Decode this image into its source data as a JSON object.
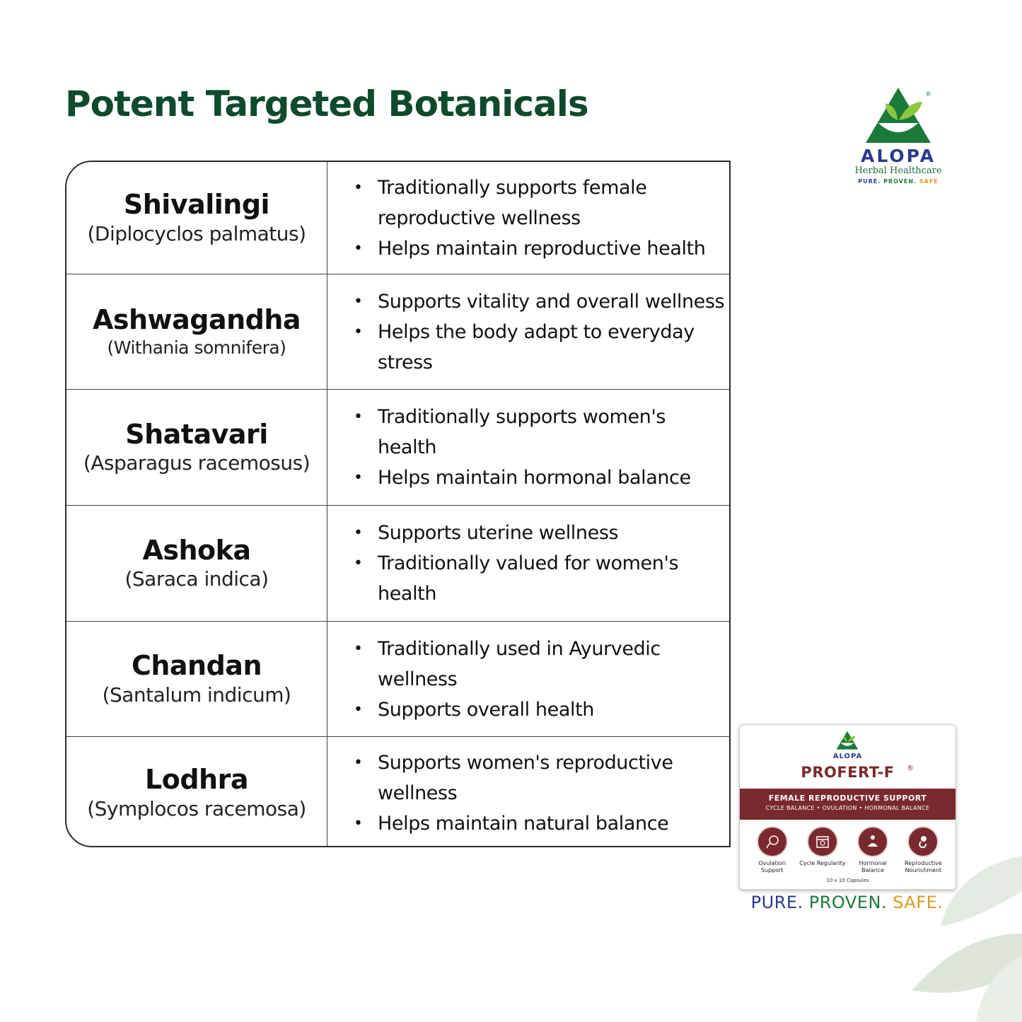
{
  "page": {
    "title": "Potent Targeted Botanicals"
  },
  "logo": {
    "brand": "ALOPA",
    "subtitle": "Herbal Healthcare",
    "tagline": {
      "a": "PURE. ",
      "b": "PROVEN. ",
      "c": "SAFE"
    },
    "colors": {
      "green": "#1b7a3a",
      "blue": "#2a3a8f",
      "gold": "#d99a22"
    }
  },
  "botanicals": [
    {
      "name": "Shivalingi",
      "latin": "(Diplocyclos palmatus)",
      "benefits": [
        "Traditionally supports female reproductive wellness",
        "Helps maintain reproductive health"
      ]
    },
    {
      "name": "Ashwagandha",
      "latin": "(Withania somnifera)",
      "benefits": [
        "Supports vitality and overall wellness",
        "Helps the body adapt to everyday stress"
      ]
    },
    {
      "name": "Shatavari",
      "latin": "(Asparagus racemosus)",
      "benefits": [
        "Traditionally supports women's health",
        "Helps maintain hormonal balance"
      ]
    },
    {
      "name": "Ashoka",
      "latin": "(Saraca indica)",
      "benefits": [
        "Supports uterine wellness",
        "Traditionally valued for women's health"
      ]
    },
    {
      "name": "Chandan",
      "latin": "(Santalum indicum)",
      "benefits": [
        "Traditionally used in Ayurvedic wellness",
        "Supports overall health"
      ]
    },
    {
      "name": "Lodhra",
      "latin": "(Symplocos racemosa)",
      "benefits": [
        "Supports women's reproductive wellness",
        "Helps maintain natural balance"
      ]
    }
  ],
  "product": {
    "brand": "ALOPA",
    "name": "PROFERT-F",
    "band_line1": "FEMALE REPRODUCTIVE SUPPORT",
    "band_line2": "CYCLE BALANCE • OVULATION • HORMONAL BALANCE",
    "icons": [
      {
        "label": "Ovulation Support",
        "icon": "ovulation-icon"
      },
      {
        "label": "Cycle Regularity",
        "icon": "calendar-icon"
      },
      {
        "label": "Hormonal Balance",
        "icon": "meditation-icon"
      },
      {
        "label": "Reproductive Nourishment",
        "icon": "fetus-icon"
      }
    ],
    "capsules": "10 x 10 Capsules",
    "accent": "#7a2a2e"
  },
  "slogan": {
    "a": "PURE. ",
    "b": "PROVEN. ",
    "c": "SAFE."
  }
}
